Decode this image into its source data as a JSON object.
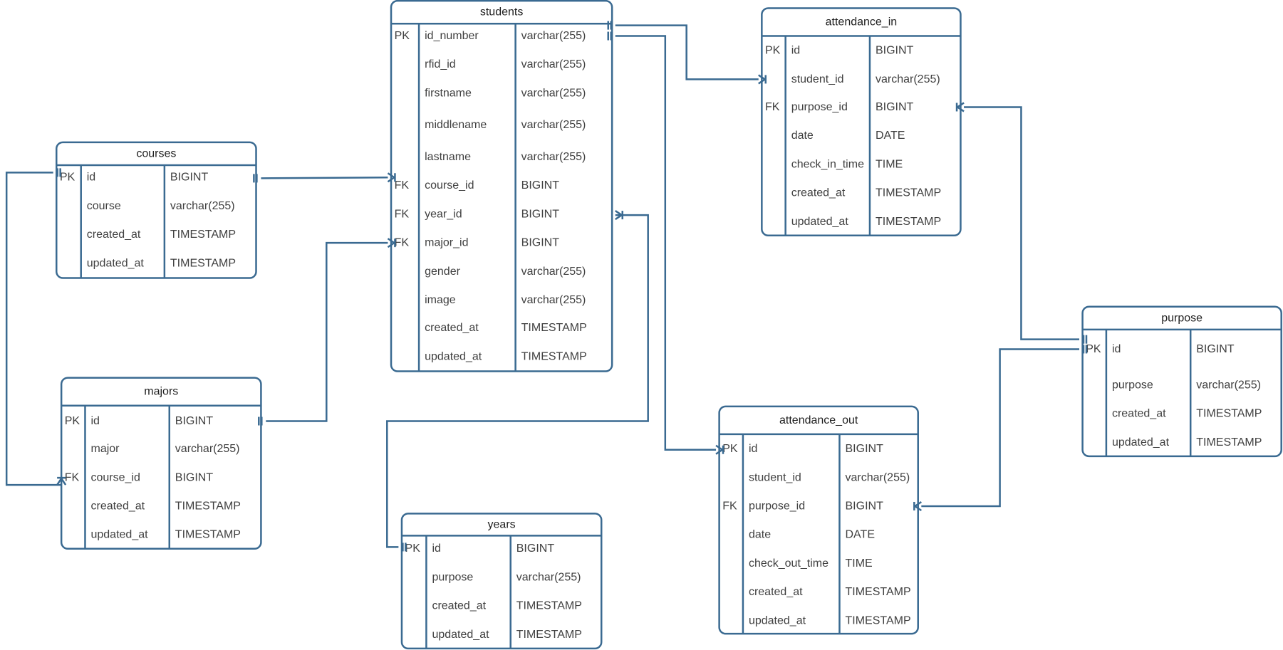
{
  "colors": {
    "stroke": "#3a6a91",
    "title_text": "#1f1f1f",
    "cell_text": "#404040",
    "background": "#ffffff"
  },
  "tables": [
    {
      "id": "students",
      "title": "students",
      "rows": [
        [
          "PK",
          "id_number",
          "varchar(255)"
        ],
        [
          "",
          "rfid_id",
          "varchar(255)"
        ],
        [
          "",
          "firstname",
          "varchar(255)"
        ],
        [
          "",
          "middlename",
          "varchar(255)"
        ],
        [
          "",
          "lastname",
          "varchar(255)"
        ],
        [
          "FK",
          "course_id",
          "BIGINT"
        ],
        [
          "FK",
          "year_id",
          "BIGINT"
        ],
        [
          "FK",
          "major_id",
          "BIGINT"
        ],
        [
          "",
          "gender",
          "varchar(255)"
        ],
        [
          "",
          "image",
          "varchar(255)"
        ],
        [
          "",
          "created_at",
          "TIMESTAMP"
        ],
        [
          "",
          "updated_at",
          "TIMESTAMP"
        ]
      ]
    },
    {
      "id": "attendance_in",
      "title": "attendance_in",
      "rows": [
        [
          "PK",
          "id",
          "BIGINT"
        ],
        [
          "",
          "student_id",
          "varchar(255)"
        ],
        [
          "FK",
          "purpose_id",
          "BIGINT"
        ],
        [
          "",
          "date",
          "DATE"
        ],
        [
          "",
          "check_in_time",
          "TIME"
        ],
        [
          "",
          "created_at",
          "TIMESTAMP"
        ],
        [
          "",
          "updated_at",
          "TIMESTAMP"
        ]
      ]
    },
    {
      "id": "courses",
      "title": "courses",
      "rows": [
        [
          "PK",
          "id",
          "BIGINT"
        ],
        [
          "",
          "course",
          "varchar(255)"
        ],
        [
          "",
          "created_at",
          "TIMESTAMP"
        ],
        [
          "",
          "updated_at",
          "TIMESTAMP"
        ]
      ]
    },
    {
      "id": "majors",
      "title": "majors",
      "rows": [
        [
          "PK",
          "id",
          "BIGINT"
        ],
        [
          "",
          "major",
          "varchar(255)"
        ],
        [
          "FK",
          "course_id",
          "BIGINT"
        ],
        [
          "",
          "created_at",
          "TIMESTAMP"
        ],
        [
          "",
          "updated_at",
          "TIMESTAMP"
        ]
      ]
    },
    {
      "id": "purpose",
      "title": "purpose",
      "rows": [
        [
          "PK",
          "id",
          "BIGINT"
        ],
        [
          "",
          "purpose",
          "varchar(255)"
        ],
        [
          "",
          "created_at",
          "TIMESTAMP"
        ],
        [
          "",
          "updated_at",
          "TIMESTAMP"
        ]
      ]
    },
    {
      "id": "attendance_out",
      "title": "attendance_out",
      "rows": [
        [
          "PK",
          "id",
          "BIGINT"
        ],
        [
          "",
          "student_id",
          "varchar(255)"
        ],
        [
          "FK",
          "purpose_id",
          "BIGINT"
        ],
        [
          "",
          "date",
          "DATE"
        ],
        [
          "",
          "check_out_time",
          "TIME"
        ],
        [
          "",
          "created_at",
          "TIMESTAMP"
        ],
        [
          "",
          "updated_at",
          "TIMESTAMP"
        ]
      ]
    },
    {
      "id": "years",
      "title": "years",
      "rows": [
        [
          "PK",
          "id",
          "BIGINT"
        ],
        [
          "",
          "purpose",
          "varchar(255)"
        ],
        [
          "",
          "created_at",
          "TIMESTAMP"
        ],
        [
          "",
          "updated_at",
          "TIMESTAMP"
        ]
      ]
    }
  ],
  "relationships": [
    {
      "from": "courses.id",
      "from_end": "one",
      "to": "students.course_id",
      "to_end": "many"
    },
    {
      "from": "majors.id",
      "from_end": "one",
      "to": "students.major_id",
      "to_end": "many"
    },
    {
      "from": "years.id",
      "from_end": "one",
      "to": "students.year_id",
      "to_end": "many"
    },
    {
      "from": "courses.id",
      "from_end": "one",
      "to": "majors.course_id",
      "to_end": "many"
    },
    {
      "from": "students.id_number",
      "from_end": "one",
      "to": "attendance_in.student_id",
      "to_end": "many"
    },
    {
      "from": "students.id_number",
      "from_end": "one",
      "to": "attendance_out.id",
      "to_end": "many"
    },
    {
      "from": "purpose.id",
      "from_end": "one",
      "to": "attendance_in.purpose_id",
      "to_end": "many"
    },
    {
      "from": "purpose.id",
      "from_end": "one",
      "to": "attendance_out.purpose_id",
      "to_end": "many"
    }
  ]
}
